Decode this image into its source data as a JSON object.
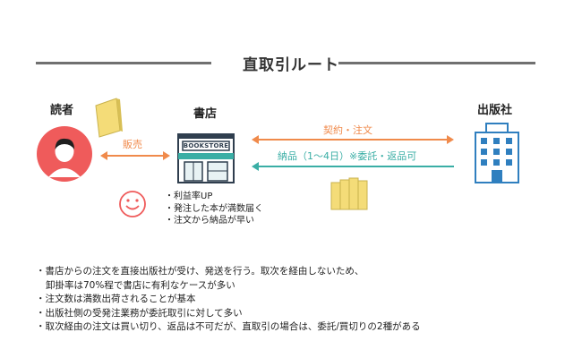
{
  "header": {
    "title": "直取引ルート"
  },
  "actors": {
    "reader": "読者",
    "bookstore": "書店",
    "publisher": "出版社",
    "store_sign": "BOOKSTORE"
  },
  "arrows": {
    "sales": "販売",
    "contract": "契約・注文",
    "delivery": "納品（1〜4日）※委託・返品可"
  },
  "benefits": [
    "・利益率UP",
    "・発注した本が満数届く",
    "・注文から納品が早い"
  ],
  "notes": [
    {
      "text": "・書店からの注文を直接出版社が受け、発送を行う。取次を経由しないため、",
      "indent": false
    },
    {
      "text": "卸掛率は70%程で書店に有利なケースが多い",
      "indent": true
    },
    {
      "text": "・注文数は満数出荷されることが基本",
      "indent": false
    },
    {
      "text": "・出版社側の受発注業務が委託取引に対して多い",
      "indent": false
    },
    {
      "text": "・取次経由の注文は買い切り、返品は不可だが、直取引の場合は、委託/買切りの2種がある",
      "indent": false
    }
  ],
  "colors": {
    "orange": "#f08a4b",
    "teal": "#3aaea5",
    "book_yellow": "#f4dc78",
    "building_blue": "#2f7fbf",
    "avatar_red": "#ef5b5b",
    "divider": "#707070"
  }
}
